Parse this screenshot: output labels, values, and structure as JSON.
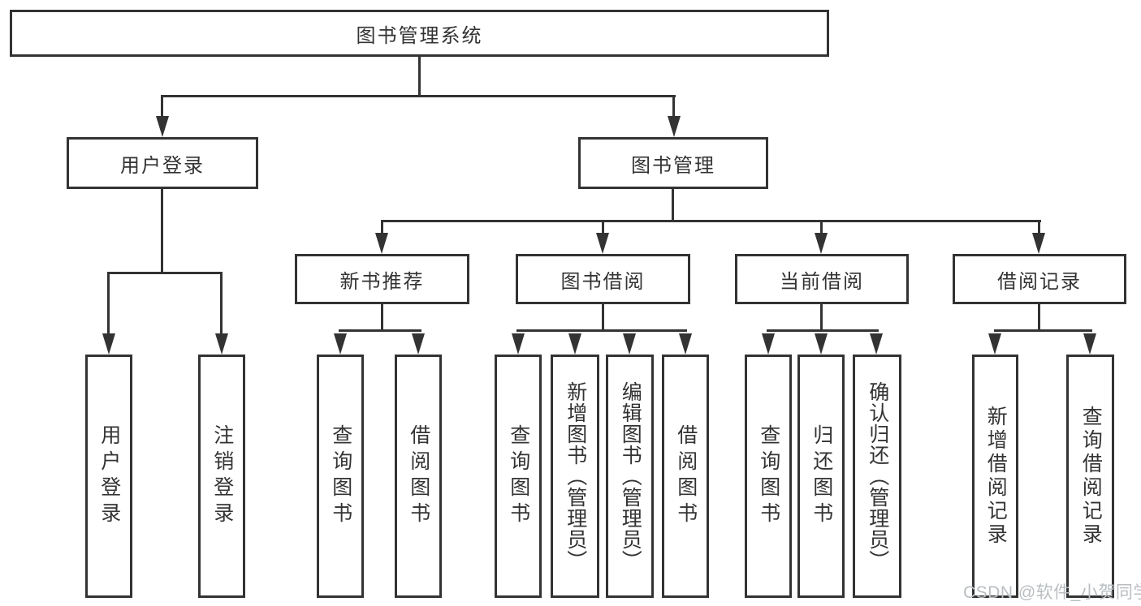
{
  "diagram": {
    "root": "图书管理系统",
    "level2": [
      "用户登录",
      "图书管理"
    ],
    "level3": [
      "新书推荐",
      "图书借阅",
      "当前借阅",
      "借阅记录"
    ],
    "leaves": {
      "login": [
        "用户登录",
        "注销登录"
      ],
      "recommend": [
        "查询图书",
        "借阅图书"
      ],
      "borrow": [
        "查询图书",
        "新增图书（管理员）",
        "编辑图书（管理员）",
        "借阅图书"
      ],
      "current": [
        "查询图书",
        "归还图书",
        "确认归还（管理员）"
      ],
      "records": [
        "新增借阅记录",
        "查询借阅记录"
      ]
    },
    "colors": {
      "line": "#333333",
      "box_background": "#ffffff",
      "text": "#333333",
      "watermark": "#b9bec2"
    }
  },
  "watermark": "CSDN @软件_小贺同学"
}
